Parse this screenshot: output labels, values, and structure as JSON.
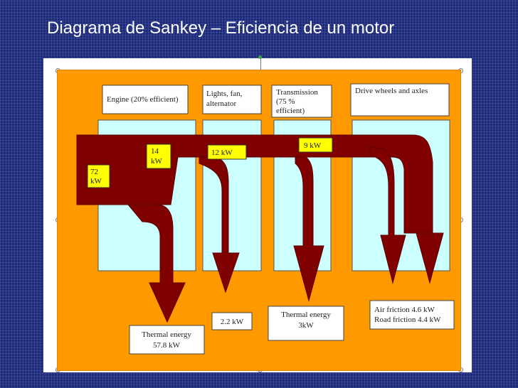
{
  "slide": {
    "title": "Diagrama de Sankey – Eficiencia de un motor"
  },
  "diagram": {
    "stages": [
      {
        "label": [
          "Engine (20% efficient)"
        ]
      },
      {
        "label": [
          "Lights, fan,",
          "alternator"
        ]
      },
      {
        "label": [
          "Transmission",
          "(75 %",
          "efficient)"
        ]
      },
      {
        "label": [
          "Drive wheels and axles"
        ]
      }
    ],
    "flow_labels": [
      {
        "lines": [
          "72",
          "kW"
        ]
      },
      {
        "lines": [
          "14",
          "kW"
        ]
      },
      {
        "lines": [
          "12 kW"
        ]
      },
      {
        "lines": [
          "9 kW"
        ]
      }
    ],
    "outputs": [
      {
        "lines": [
          "Thermal energy",
          "57.8 kW"
        ]
      },
      {
        "lines": [
          "2.2 kW"
        ]
      },
      {
        "lines": [
          "Thermal energy",
          "3kW"
        ]
      },
      {
        "lines": [
          "Air friction 4.6 kW",
          "Road friction 4.4 kW"
        ]
      }
    ]
  },
  "colors": {
    "background": "#1e2a78",
    "panel": "#ff9900",
    "flow": "#800000",
    "stage_fill": "#ccffff",
    "value_box": "#ffff00"
  }
}
